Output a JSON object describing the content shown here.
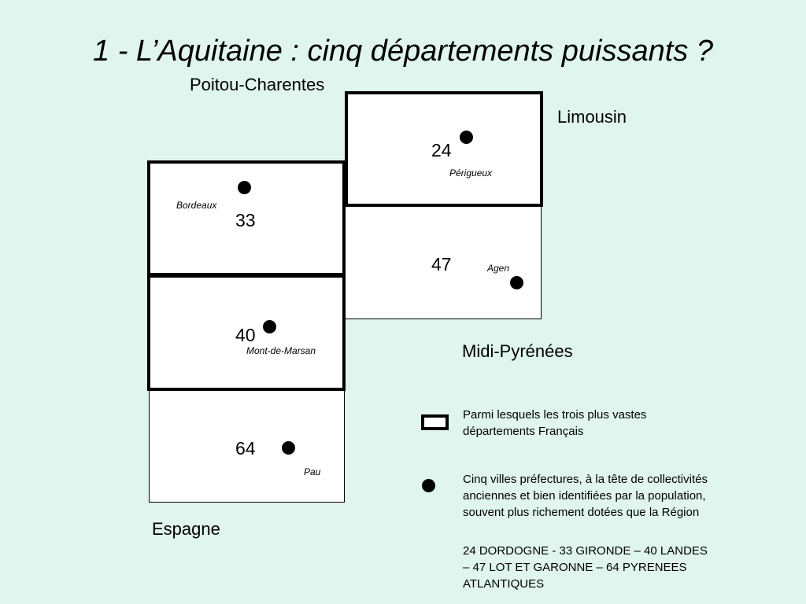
{
  "title": "1 - L’Aquitaine : cinq départements puissants ?",
  "regions": {
    "north": "Poitou-Charentes",
    "east": "Limousin",
    "southeast": "Midi-Pyrénées",
    "south": "Espagne"
  },
  "departments": [
    {
      "number": "24",
      "prefecture": "Périgueux",
      "among_largest": true
    },
    {
      "number": "33",
      "prefecture": "Bordeaux",
      "among_largest": true
    },
    {
      "number": "47",
      "prefecture": "Agen",
      "among_largest": false
    },
    {
      "number": "40",
      "prefecture": "Mont-de-Marsan",
      "among_largest": true
    },
    {
      "number": "64",
      "prefecture": "Pau",
      "among_largest": false
    }
  ],
  "legend": {
    "box_text": "Parmi lesquels les trois plus vastes départements Français",
    "dot_text": "Cinq villes préfectures, à la tête de collectivités anciennes et bien identifiées par la population, souvent plus richement dotées que la Région",
    "key_text": "24 DORDOGNE - 33 GIRONDE – 40 LANDES – 47 LOT ET GARONNE – 64 PYRENEES ATLANTIQUES"
  }
}
